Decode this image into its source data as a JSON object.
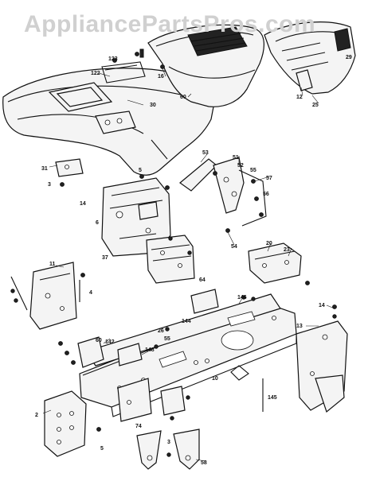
{
  "watermark": "AppliancePartsPros.com",
  "part_numbers": [
    "123",
    "122",
    "30",
    "16",
    "60",
    "12",
    "25",
    "29",
    "31",
    "3",
    "53",
    "51",
    "52",
    "55",
    "57",
    "56",
    "54",
    "5",
    "14",
    "6",
    "37",
    "20",
    "23",
    "11",
    "4",
    "64",
    "14b",
    "146",
    "13",
    "144",
    "26",
    "55b",
    "142",
    "60b",
    "148",
    "10",
    "145",
    "2",
    "74",
    "58",
    "5b",
    "3b"
  ]
}
